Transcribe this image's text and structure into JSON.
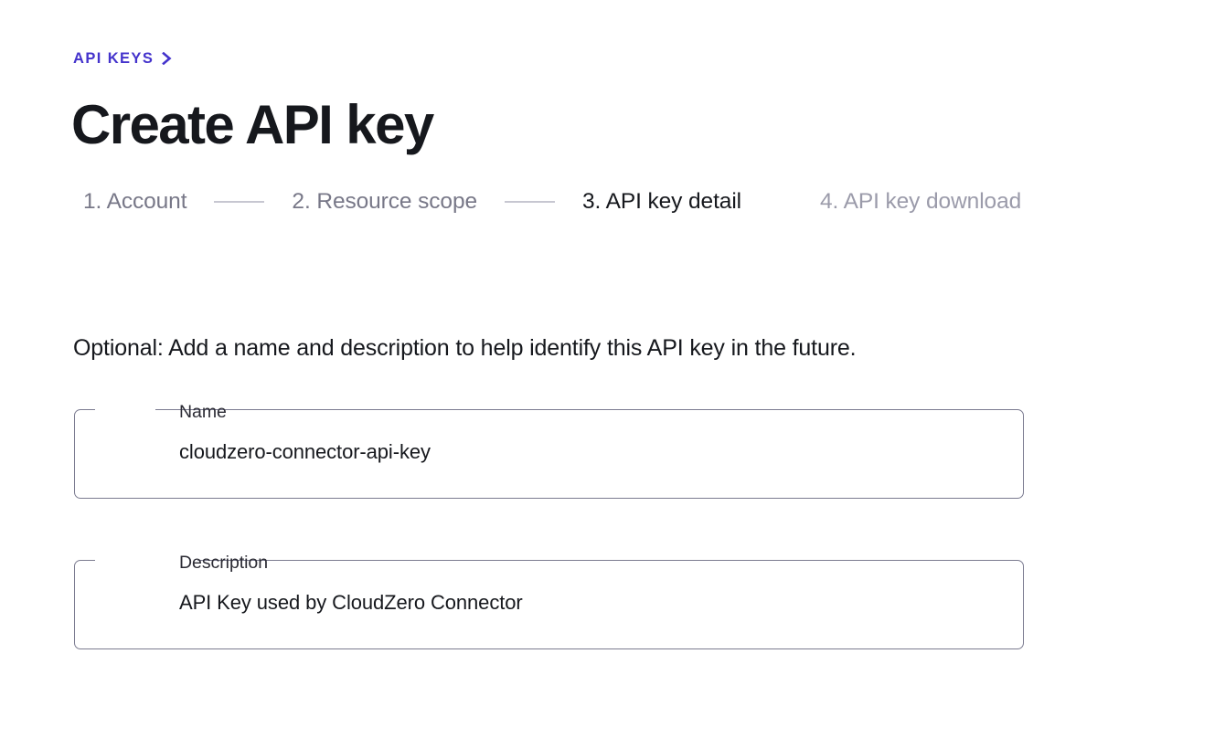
{
  "breadcrumb": {
    "label": "API KEYS",
    "chevron_icon": "chevron-right-icon",
    "color": "#4433cc"
  },
  "header": {
    "title": "Create API key"
  },
  "stepper": {
    "steps": [
      {
        "label": "1. Account",
        "state": "complete"
      },
      {
        "label": "2. Resource scope",
        "state": "complete"
      },
      {
        "label": "3. API key detail",
        "state": "active"
      },
      {
        "label": "4. API key download",
        "state": "upcoming"
      }
    ]
  },
  "main": {
    "helper_text": "Optional: Add a name and description to help identify this API key in the future.",
    "fields": [
      {
        "label": "Name",
        "value": "cloudzero-connector-api-key",
        "placeholder": ""
      },
      {
        "label": "Description",
        "value": "API Key used by CloudZero Connector",
        "placeholder": ""
      }
    ]
  },
  "colors": {
    "accent": "#4433cc",
    "text_primary": "#16181d",
    "text_muted": "#787888",
    "text_dim": "#9b9baa",
    "field_border": "#7b7b90",
    "connector": "#c7c7d1",
    "background": "#ffffff"
  }
}
